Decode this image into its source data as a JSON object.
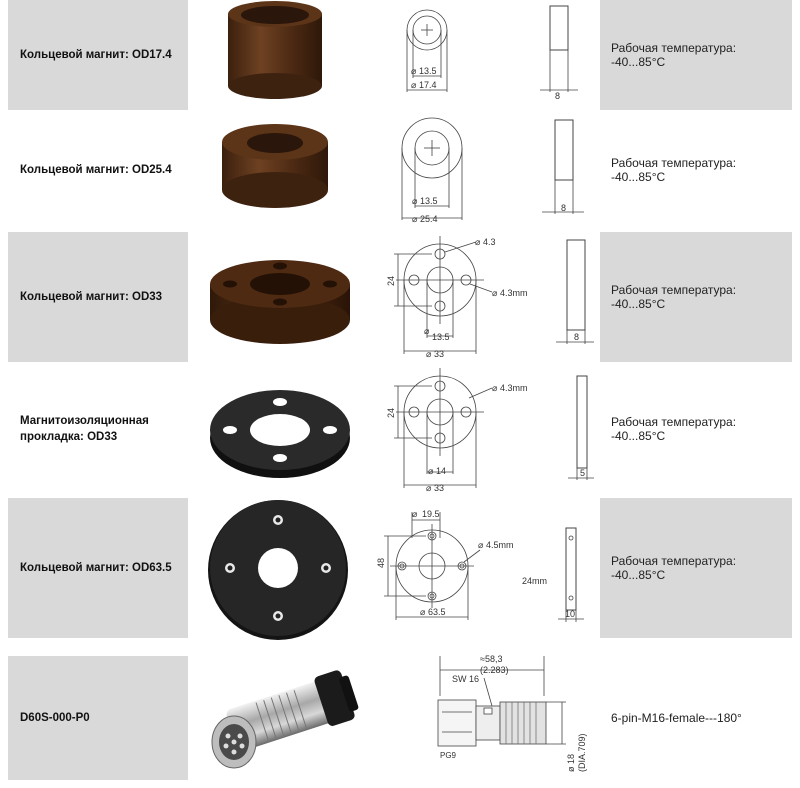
{
  "rows": [
    {
      "name": "Кольцевой магнит: OD17.4",
      "spec": "Рабочая температура: -40...85°C",
      "dims": {
        "inner": "13.5",
        "outer": "17.4",
        "thickness": "8"
      }
    },
    {
      "name": "Кольцевой магнит: OD25.4",
      "spec": "Рабочая температура: -40...85°C",
      "dims": {
        "inner": "13.5",
        "outer": "25.4",
        "thickness": "8"
      }
    },
    {
      "name": "Кольцевой магнит: OD33",
      "spec": "Рабочая температура: -40...85°C",
      "dims": {
        "hole": "4.3",
        "hole_mm": "4.3mm",
        "pcd": "24",
        "inner": "13.5",
        "outer": "33",
        "thickness": "8"
      }
    },
    {
      "name": "Магнитоизоляционная прокладка: OD33",
      "spec": "Рабочая температура: -40...85°C",
      "dims": {
        "hole_mm": "4.3mm",
        "pcd": "24",
        "inner": "14",
        "outer": "33",
        "thickness": "5"
      }
    },
    {
      "name": "Кольцевой магнит: OD63.5",
      "spec": "Рабочая температура: -40...85°C",
      "dims": {
        "inner": "19.5",
        "hole_mm": "4.5mm",
        "pcd": "48",
        "outer": "63.5",
        "height": "24mm",
        "thickness": "10"
      }
    },
    {
      "name": "D60S-000-P0",
      "spec": "6-pin-M16-female---180°",
      "dims": {
        "length": "≈58,3",
        "length_in": "(2.283)",
        "wrench": "SW 16",
        "thread": "PG9",
        "dia": "ø 18",
        "dia_in": "(DIA.709)"
      }
    }
  ],
  "colors": {
    "band": "#d9d9d9",
    "brown": "#5a3319",
    "black": "#1b1b1b",
    "line": "#444444"
  }
}
